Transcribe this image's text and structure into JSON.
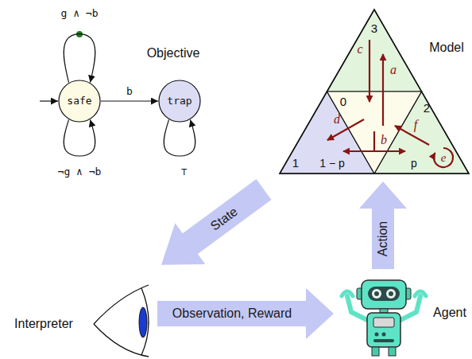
{
  "diagram": {
    "nodes": [
      {
        "text": [
          "safe"
        ]
      },
      {
        "text": [
          "trap"
        ]
      }
    ],
    "edges": [
      {
        "from": 0,
        "to": 1,
        "arrow": "to",
        "label": "b"
      },
      {
        "from": 0,
        "to": 0,
        "arrow": "to",
        "label": "g ∧ ¬b"
      },
      {
        "from": 0,
        "to": 0,
        "arrow": "to",
        "label": "¬g ∧ ¬b"
      },
      {
        "from": 1,
        "to": 1,
        "arrow": "to",
        "label": "⊤"
      }
    ],
    "labels": [
      "Objective",
      "Model",
      "3",
      "0",
      "1",
      "2",
      "1 − p",
      "p",
      "a",
      "b",
      "c",
      "d",
      "e",
      "f",
      "State",
      "Action",
      "Observation, Reward",
      "Interpreter",
      "Agent"
    ]
  }
}
